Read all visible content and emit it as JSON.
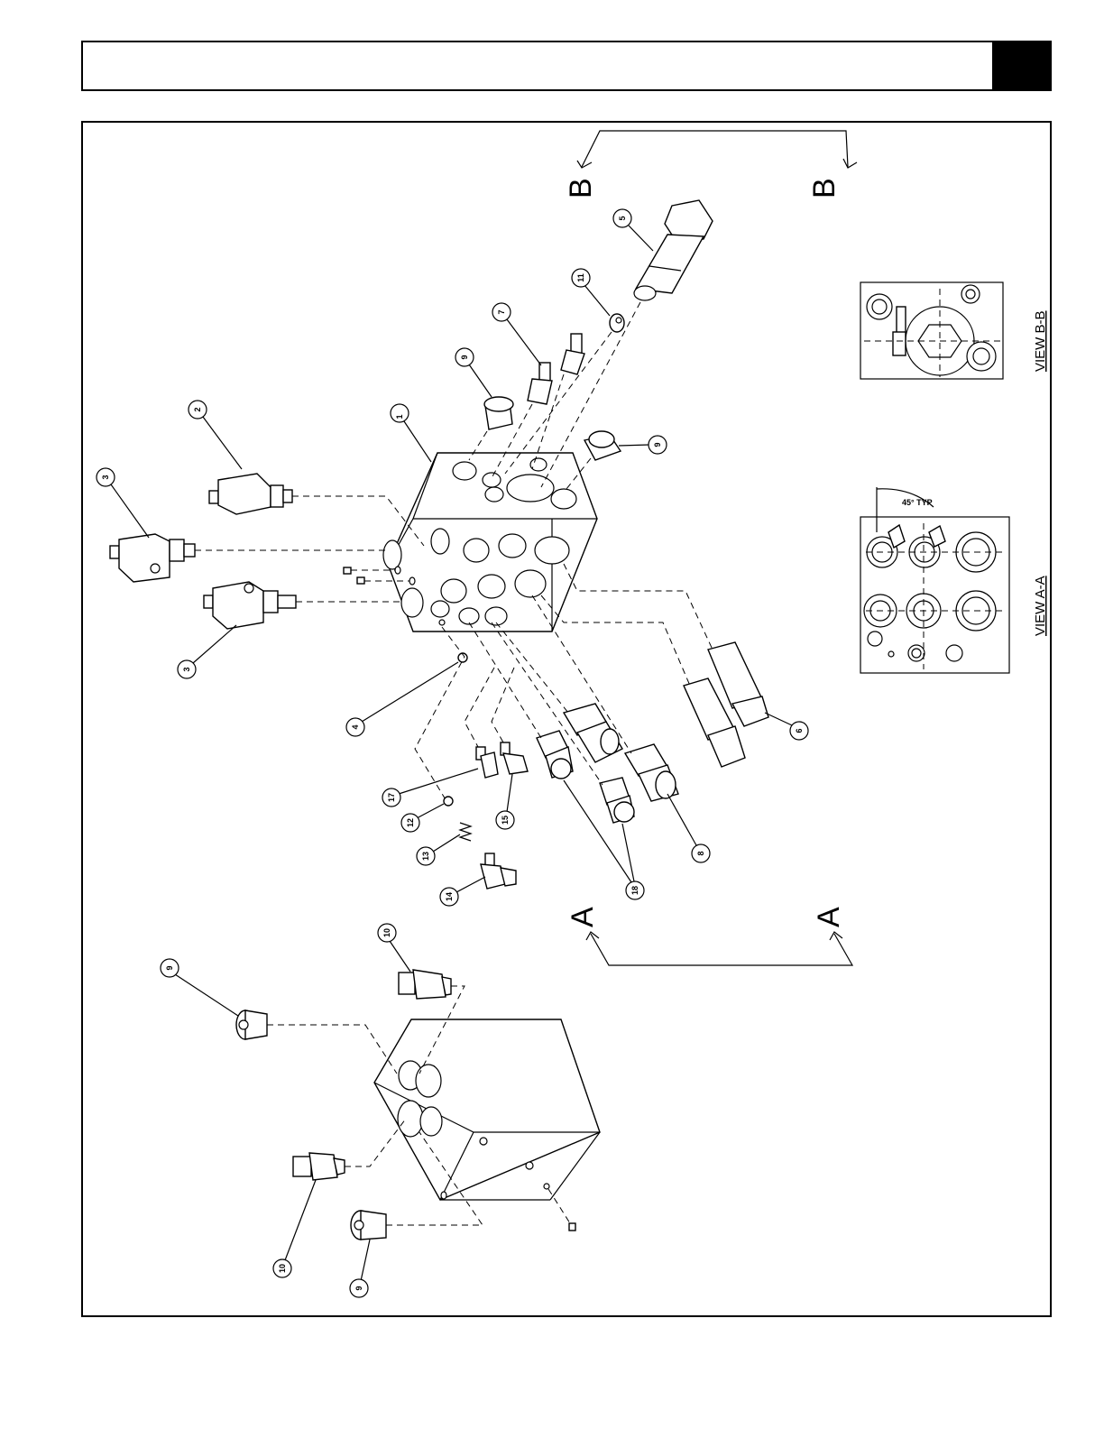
{
  "header": {
    "title": ""
  },
  "section_marks": {
    "a": "A",
    "b": "B"
  },
  "views": {
    "view_a": "VIEW A-A",
    "view_b": "VIEW B-B"
  },
  "note": "45° TYP",
  "callouts": {
    "c1": "1",
    "c2": "2",
    "c3a": "3",
    "c3b": "3",
    "c4": "4",
    "c5": "5",
    "c6": "6",
    "c7": "7",
    "c8": "8",
    "c9a": "9",
    "c9b": "9",
    "c9c": "9",
    "c9d": "9",
    "c10a": "10",
    "c10b": "10",
    "c11": "11",
    "c12": "12",
    "c13": "13",
    "c14": "14",
    "c15": "15",
    "c17": "17",
    "c18": "18"
  }
}
